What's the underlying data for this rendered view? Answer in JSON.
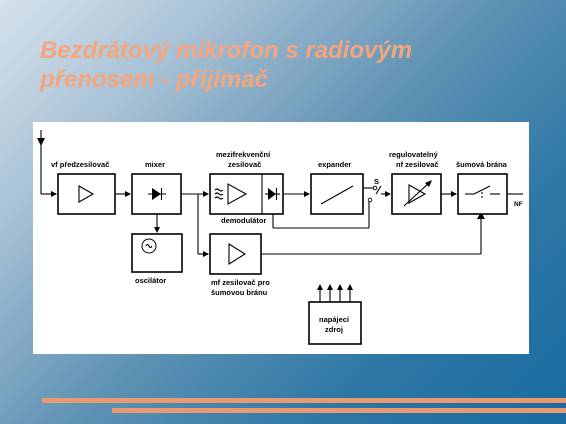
{
  "slide": {
    "title_line1": "Bezdrátový mikrofon s radiovým",
    "title_line2": "přenosem - přijímač"
  },
  "diagram": {
    "labels": {
      "preamp": "vf předzesilovač",
      "mixer": "mixer",
      "if_amp_1": "mezifrekvenční",
      "if_amp_2": "zesilovač",
      "expander": "expander",
      "volume_1": "regulovatelný",
      "volume_2": "nf zesilovač",
      "noise_gate": "šumová brána",
      "demodulator": "demodulátor",
      "oscillator": "oscilátor",
      "mf_amp_1": "mf zesilovač pro",
      "mf_amp_2": "šumovou bránu",
      "power_1": "napájecí",
      "power_2": "zdroj",
      "switch": "S",
      "output": "NF"
    }
  },
  "colors": {
    "title": "#f6a57c",
    "stripe": "#e89a72",
    "diagram_background": "#ffffff"
  }
}
